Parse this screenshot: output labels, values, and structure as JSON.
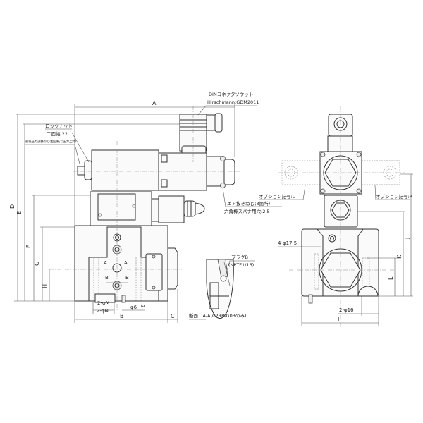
{
  "drawing": {
    "dimensions": {
      "A": "A",
      "B": "B",
      "C": "C",
      "D": "D",
      "E": "E",
      "F": "F",
      "G": "G",
      "H": "H",
      "I": "I",
      "J": "J",
      "K": "K",
      "L": "L",
      "two_phi_M": "2-φM",
      "two_phi_N": "2-φN",
      "phi6": "φ6",
      "six": "6",
      "four_phi_17_5": "4-φ17.5",
      "two_phi_16": "2-φ16"
    },
    "section_marks": {
      "A_left": "A",
      "A_right": "A",
      "B_left": "B",
      "B_right": "B"
    },
    "labels": {
      "din_connector": "DINコネクタソケット",
      "hirschmann": "Hirschmann:GDM2011",
      "lock_nut": "ロックナット",
      "across_flats": "二面幅:22",
      "min_pressure_screw": "最低圧力調整ねじ(右回転で圧力上昇)",
      "air_vent_screw": "エア抜きねじ(3箇所)",
      "hex_wrench_hole": "六角棒スパナ用穴:2.5",
      "option_L": "オプション記号:L",
      "option_R": "オプション記号:R",
      "plug_b": "プラグB",
      "nptf": "(NPTF1/16)",
      "section_title": "断面　A-A(C2RP-G03のみ)"
    }
  }
}
